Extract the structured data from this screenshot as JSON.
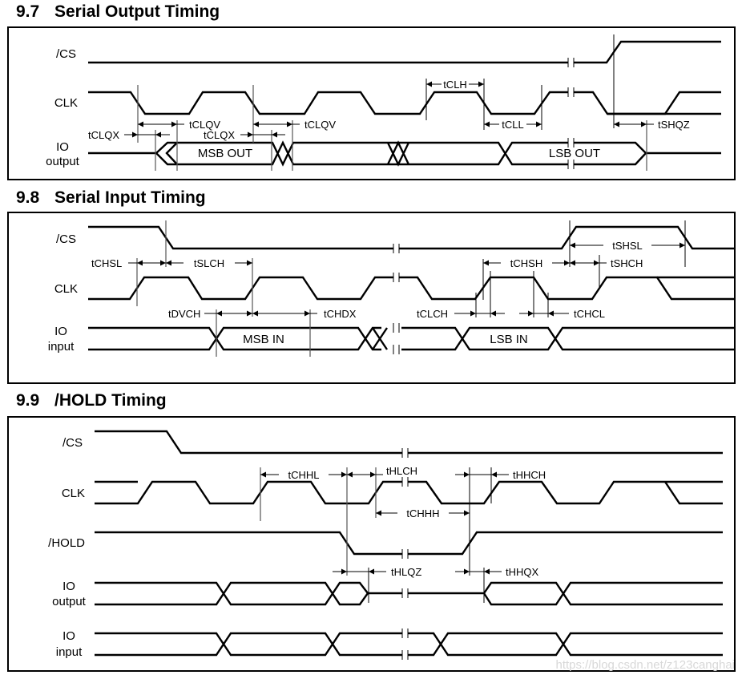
{
  "sections": [
    {
      "number": "9.7",
      "title": "Serial Output Timing",
      "signals": [
        "/CS",
        "CLK",
        "IO",
        "output"
      ],
      "bus_labels": [
        "MSB OUT",
        "LSB OUT"
      ],
      "timing_params": [
        "tCLQX",
        "tCLQV",
        "tCLQX",
        "tCLQV",
        "tCLH",
        "tCLL",
        "tSHQZ"
      ]
    },
    {
      "number": "9.8",
      "title": "Serial Input Timing",
      "signals": [
        "/CS",
        "CLK",
        "IO",
        "input"
      ],
      "bus_labels": [
        "MSB IN",
        "LSB IN"
      ],
      "timing_params": [
        "tCHSL",
        "tSLCH",
        "tDVCH",
        "tCHDX",
        "tCLCH",
        "tCHSH",
        "tCHCL",
        "tSHSL",
        "tSHCH"
      ]
    },
    {
      "number": "9.9",
      "title": "/HOLD Timing",
      "signals": [
        "/CS",
        "CLK",
        "/HOLD",
        "IO",
        "output",
        "IO",
        "input"
      ],
      "timing_params": [
        "tCHHL",
        "tHLCH",
        "tCHHH",
        "tHHCH",
        "tHLQZ",
        "tHHQX"
      ]
    }
  ],
  "watermark": "https://blog.csdn.net/z123canghai"
}
